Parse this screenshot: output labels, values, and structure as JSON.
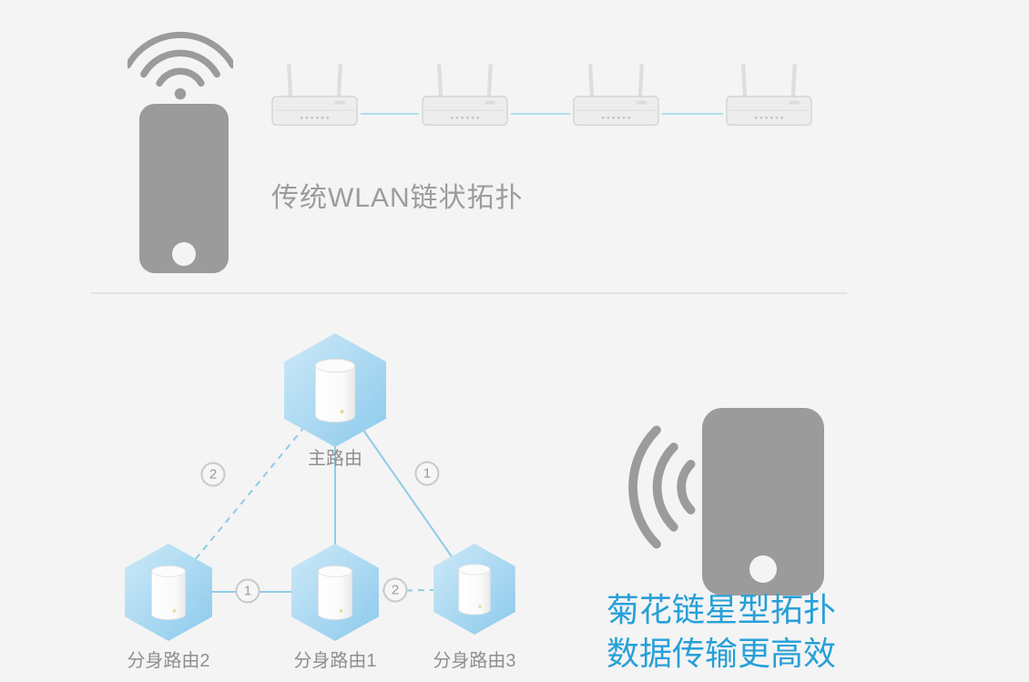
{
  "colors": {
    "bg": "#f4f4f4",
    "icon-gray": "#9b9b9b",
    "title-gray": "#9c9c9c",
    "label-gray": "#8f8f8f",
    "accent-blue": "#27a0d8",
    "hex-light": "#cde9f8",
    "hex-dark": "#8ccaec",
    "link-blue": "#8fcbe6",
    "chain-link": "#b2dde9",
    "divider": "#e3e3e3",
    "router-body": "#ededed",
    "router-stroke": "#d4d4d4",
    "badge-border": "#c9c9c9",
    "badge-text": "#9a9a9a"
  },
  "top_section": {
    "title": "传统WLAN链状拓扑",
    "router_count": 4
  },
  "star_topology": {
    "nodes": [
      {
        "id": "main",
        "label": "主路由"
      },
      {
        "id": "clone2",
        "label": "分身路由2"
      },
      {
        "id": "clone1",
        "label": "分身路由1"
      },
      {
        "id": "clone3",
        "label": "分身路由3"
      }
    ],
    "links": [
      {
        "from": "main",
        "to": "clone2",
        "style": "dashed",
        "badge": "2"
      },
      {
        "from": "main",
        "to": "clone1",
        "style": "solid",
        "badge": ""
      },
      {
        "from": "main",
        "to": "clone3",
        "style": "solid",
        "badge": "1"
      },
      {
        "from": "clone2",
        "to": "clone1",
        "style": "solid",
        "badge": "1"
      },
      {
        "from": "clone1",
        "to": "clone3",
        "style": "dashed",
        "badge": "2"
      }
    ]
  },
  "caption": {
    "line1": "菊花链星型拓扑",
    "line2": "数据传输更高效"
  }
}
